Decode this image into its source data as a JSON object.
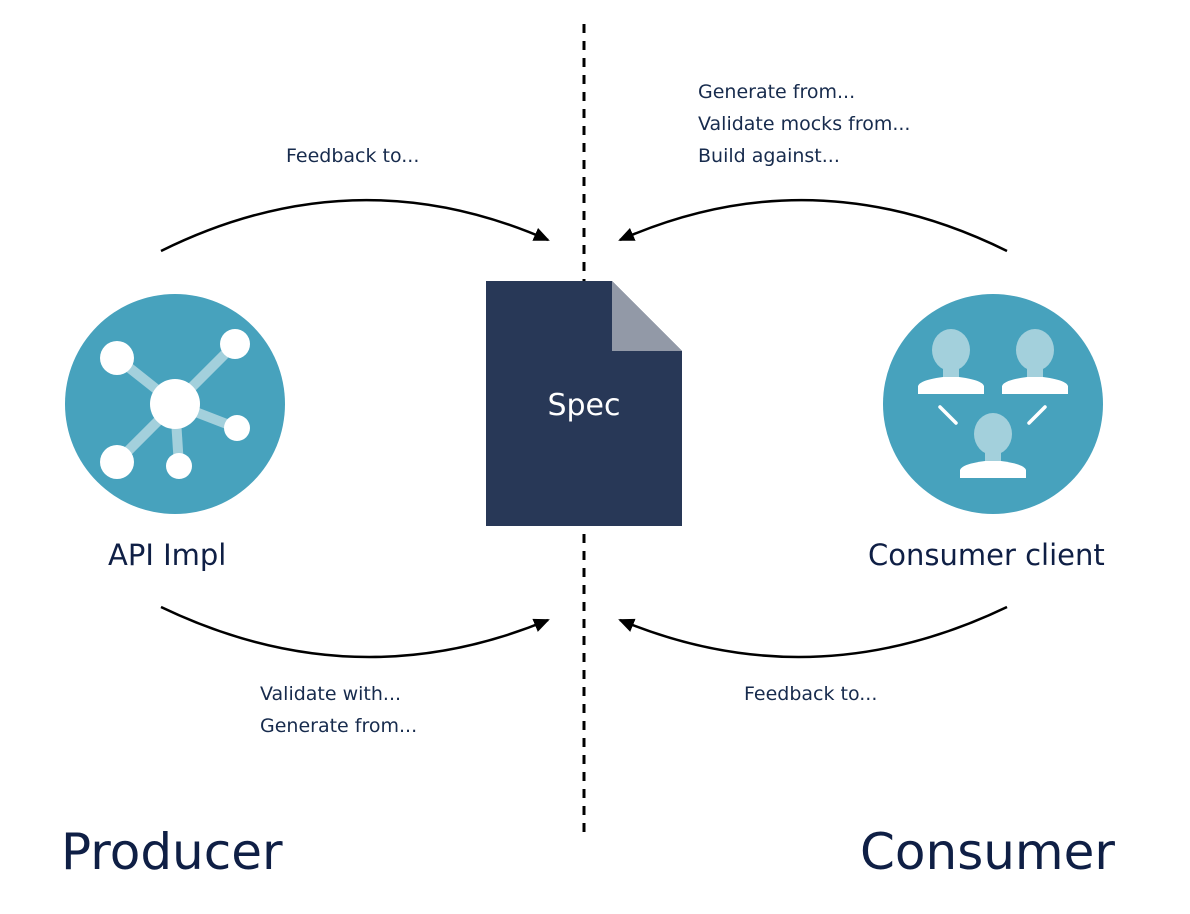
{
  "colors": {
    "circle_bg": "#47a2bd",
    "icon_light": "#a3d0dc",
    "icon_white": "#ffffff",
    "spec_doc": "#283857",
    "spec_fold": "#9299a7",
    "text_dark": "#0f1f45",
    "arrow": "#000000"
  },
  "divider": {
    "style": "dashed",
    "color": "#000000"
  },
  "spec": {
    "label": "Spec",
    "icon": "document-icon"
  },
  "producer": {
    "section_label": "Producer",
    "node_label": "API Impl",
    "icon": "network-hub-icon",
    "arrow_to_spec_label_lines": [
      "Validate with...",
      "Generate from..."
    ],
    "arrow_from_spec_label_lines": [
      "Feedback to..."
    ]
  },
  "consumer": {
    "section_label": "Consumer",
    "node_label": "Consumer client",
    "icon": "user-group-icon",
    "arrow_to_spec_label_lines": [
      "Generate from...",
      "Validate mocks from...",
      "Build against..."
    ],
    "arrow_bottom_label_lines": [
      "Feedback to..."
    ]
  }
}
